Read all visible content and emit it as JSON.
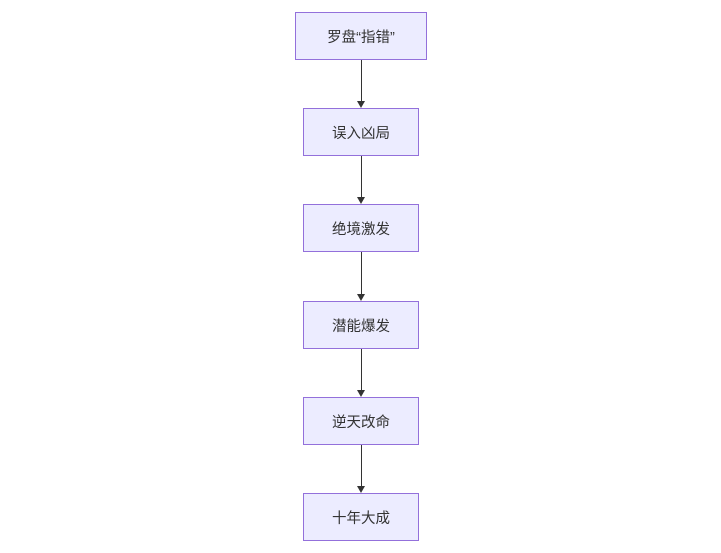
{
  "flowchart": {
    "type": "flowchart-vertical",
    "nodes": [
      {
        "id": "step-1",
        "label": "罗盘“指错”"
      },
      {
        "id": "step-2",
        "label": "误入凶局"
      },
      {
        "id": "step-3",
        "label": "绝境激发"
      },
      {
        "id": "step-4",
        "label": "潜能爆发"
      },
      {
        "id": "step-5",
        "label": "逆天改命"
      },
      {
        "id": "step-6",
        "label": "十年大成"
      }
    ],
    "edges": [
      {
        "from": "step-1",
        "to": "step-2"
      },
      {
        "from": "step-2",
        "to": "step-3"
      },
      {
        "from": "step-3",
        "to": "step-4"
      },
      {
        "from": "step-4",
        "to": "step-5"
      },
      {
        "from": "step-5",
        "to": "step-6"
      }
    ],
    "colors": {
      "node_fill": "#ECECFF",
      "node_border": "#9370DB",
      "arrow": "#333333",
      "text": "#333333",
      "background": "#FFFFFF"
    }
  }
}
